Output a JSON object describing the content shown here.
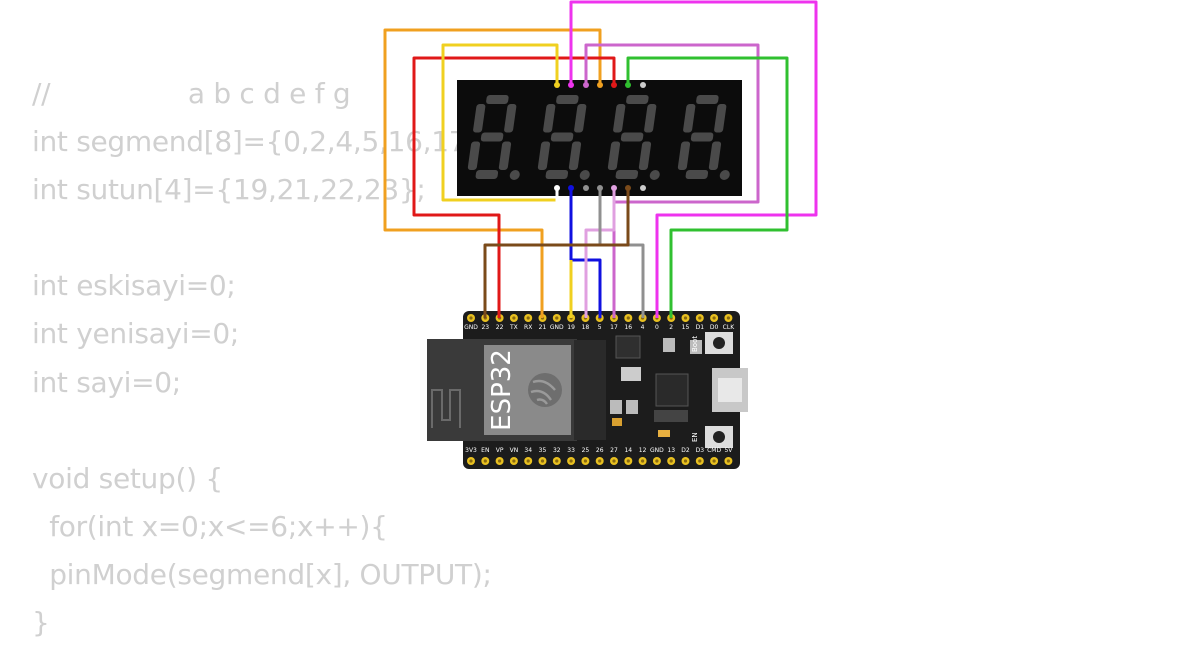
{
  "code": {
    "lines": [
      "//                a b c d e f g",
      "int segmend[8]={0,2,4,5,16,17,18};",
      "int sutun[4]={19,21,22,23};",
      "",
      "int eskisayi=0;",
      "int yenisayi=0;",
      "int sayi=0;",
      "",
      "void setup() {",
      "  for(int x=0;x<=6;x++){",
      "  pinMode(segmend[x], OUTPUT);",
      "}"
    ]
  },
  "board": {
    "chip_label": "ESP32",
    "boot_label": "Boot",
    "en_label": "EN",
    "top_pins": [
      "GND",
      "23",
      "22",
      "TX",
      "RX",
      "21",
      "GND",
      "19",
      "18",
      "5",
      "17",
      "16",
      "4",
      "0",
      "2",
      "15",
      "D1",
      "D0",
      "CLK"
    ],
    "bottom_pins": [
      "3V3",
      "EN",
      "VP",
      "VN",
      "34",
      "35",
      "32",
      "33",
      "25",
      "26",
      "27",
      "14",
      "12",
      "GND",
      "13",
      "D2",
      "D3",
      "CMD",
      "5V"
    ]
  },
  "display": {
    "digits": 4
  },
  "colors": {
    "orange": "#f0a020",
    "red": "#e01818",
    "yellow": "#f0d020",
    "magenta": "#ee33ee",
    "violet": "#cc66cc",
    "purple": "#8a0a8a",
    "green": "#30c030",
    "blue": "#1010e0",
    "lavender": "#e0a0e0",
    "gray": "#909090",
    "brown": "#7a4a1a",
    "white": "#ffffff"
  }
}
